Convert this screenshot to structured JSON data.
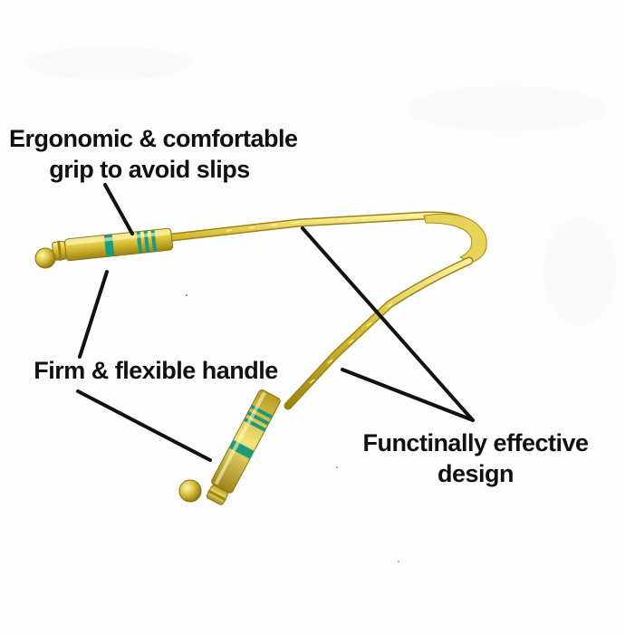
{
  "callouts": {
    "grip": {
      "line1": "Ergonomic & comfortable",
      "line2": "grip to avoid slips"
    },
    "handle": {
      "line1": "Firm & flexible handle"
    },
    "design": {
      "line1": "Functinally effective",
      "line2": "design"
    }
  },
  "colors": {
    "brass": "#d9c038",
    "brass_dark": "#9c8414",
    "brass_light": "#fbf2a0",
    "band_green": "#1e9a7a",
    "leader_line": "#111111"
  }
}
